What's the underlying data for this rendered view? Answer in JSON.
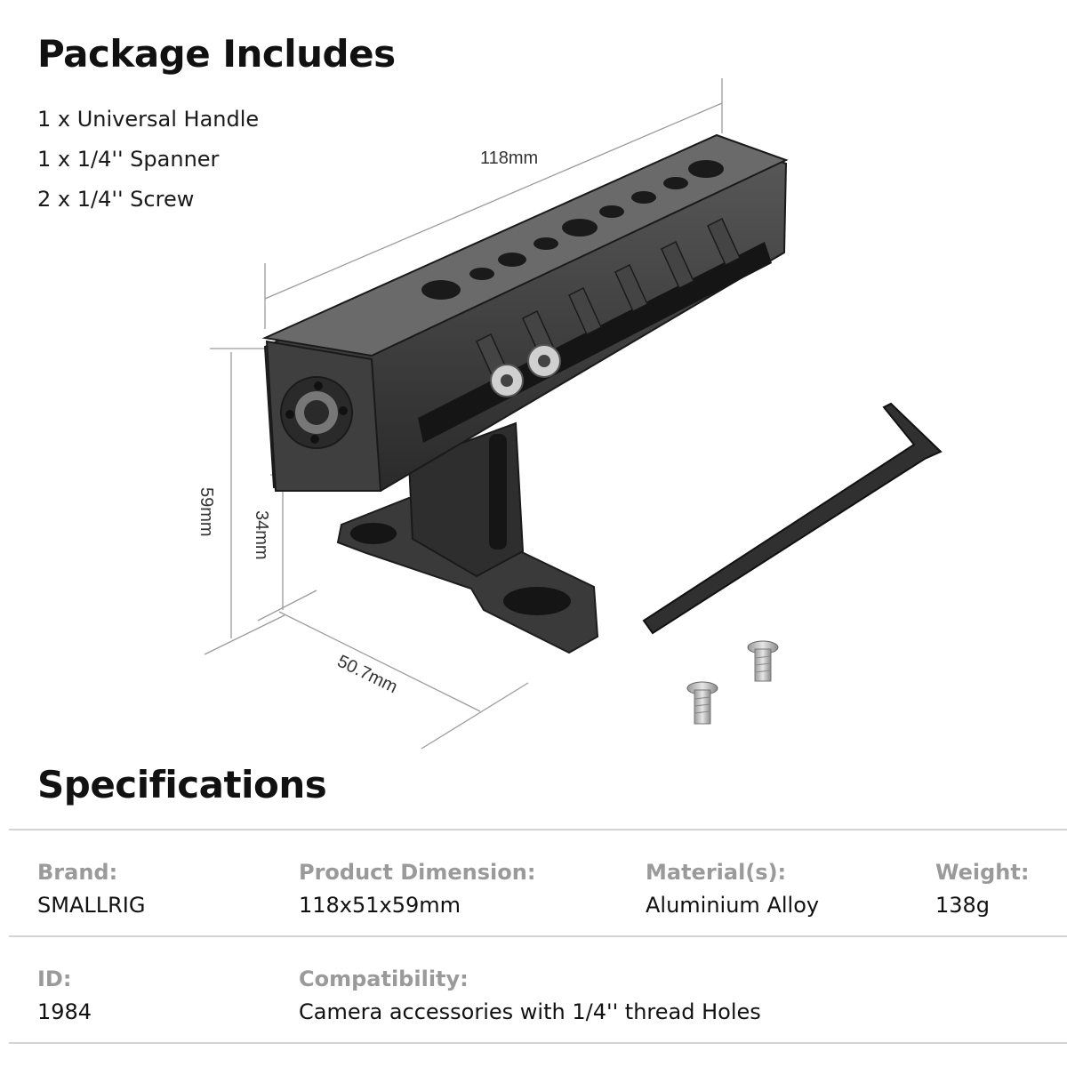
{
  "package": {
    "title": "Package Includes",
    "items": [
      "1 x Universal Handle",
      "1 x 1/4'' Spanner",
      "2 x 1/4'' Screw"
    ]
  },
  "dimensions": {
    "length": "118mm",
    "height": "59mm",
    "base_height": "34mm",
    "depth": "50.7mm"
  },
  "specifications": {
    "title": "Specifications",
    "brand": {
      "label": "Brand:",
      "value": "SMALLRIG"
    },
    "dimension": {
      "label": "Product Dimension:",
      "value": "118x51x59mm"
    },
    "material": {
      "label": "Material(s):",
      "value": "Aluminium Alloy"
    },
    "weight": {
      "label": "Weight:",
      "value": "138g"
    },
    "id": {
      "label": "ID:",
      "value": "1984"
    },
    "compatibility": {
      "label": "Compatibility:",
      "value": "Camera accessories with 1/4'' thread Holes"
    }
  }
}
